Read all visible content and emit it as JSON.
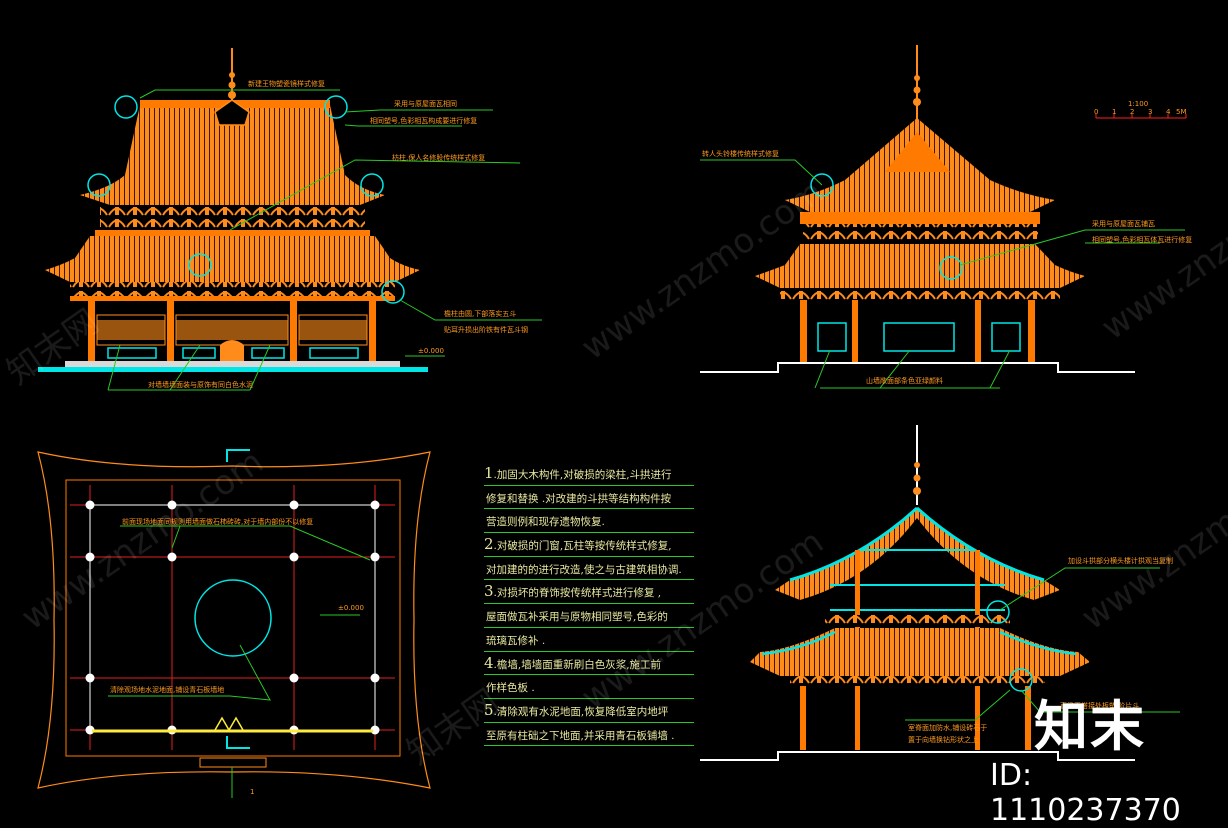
{
  "colors": {
    "background": "#000000",
    "roof_orange": "#ff8c1a",
    "beam_orange": "#ff7a00",
    "cyan": "#00e5e5",
    "green_leader": "#28c828",
    "white": "#ffffff",
    "red_grid": "#e02020",
    "note_text": "#e8e8a0"
  },
  "front_elevation": {
    "notes": [
      "新建王物塑瓷镜样式修复",
      "采用与原屋面瓦相同",
      "相同塑号,色彩相瓦构成要进行修复",
      "枋柱,保人名修股传统样式修复",
      "檐柱由圆,下部落实五斗",
      "贴耳升损出阶铁有件瓦斗钢",
      "对墙墙墙面装与原饰有同白色水泥"
    ],
    "elevation_mark": "±0.000"
  },
  "side_elevation": {
    "notes": [
      "转人头铃楼传统样式修复",
      "采用与原屋面瓦铺瓦",
      "相同塑号,色彩相瓦体瓦进行修复",
      "山墙敞面部条色亚绿颜料"
    ],
    "scale_title": "1:100",
    "scale_ticks": [
      "0",
      "1",
      "2",
      "3",
      "4",
      "5M"
    ]
  },
  "section": {
    "notes": [
      "加设斗拱部分横头楼计拱观当复制",
      "室脊面加防水,铺设砖石于",
      "置于向墙换钻形状之上",
      "直梁平搭接处板塑,阶片斗"
    ]
  },
  "plan": {
    "notes": [
      "前面现场地面同规则用墙面做石柿砖砖,对于墙内部份不以修复",
      "清除观场地水泥地面,铺设青石板墙地"
    ],
    "elevation_mark": "±0.000",
    "section_mark": "1"
  },
  "restoration_notes": [
    {
      "num": "1",
      "text": ".加固大木构件,对破损的梁柱,斗拱进行"
    },
    {
      "num": "",
      "text": "修复和替换   .对改建的斗拱等结构构件按"
    },
    {
      "num": "",
      "text": "营造则例和现存遗物恢复."
    },
    {
      "num": "2",
      "text": ".对破损的门窗,瓦柱等按传统样式修复,"
    },
    {
      "num": "",
      "text": "对加建的的进行改造,使之与古建筑相协调."
    },
    {
      "num": "3",
      "text": ".对损坏的脊饰按传统样式进行修复  ,"
    },
    {
      "num": "",
      "text": "屋面做瓦补采用与原物相同塑号,色彩的"
    },
    {
      "num": "",
      "text": "琉璃瓦修补   ."
    },
    {
      "num": "4",
      "text": ".檐墙,墙墙面重新刷白色灰浆,施工前"
    },
    {
      "num": "",
      "text": "作样色板  ."
    },
    {
      "num": "5",
      "text": ".清除观有水泥地面,恢复降低室内地坪"
    },
    {
      "num": "",
      "text": "至原有柱础之下地面,并采用青石板铺墙  ."
    }
  ],
  "branding": {
    "logo_text": "知末",
    "id_text": "ID: 1110237370",
    "watermark_text": "www.znzmo.com",
    "watermark_cn": "知末网"
  }
}
